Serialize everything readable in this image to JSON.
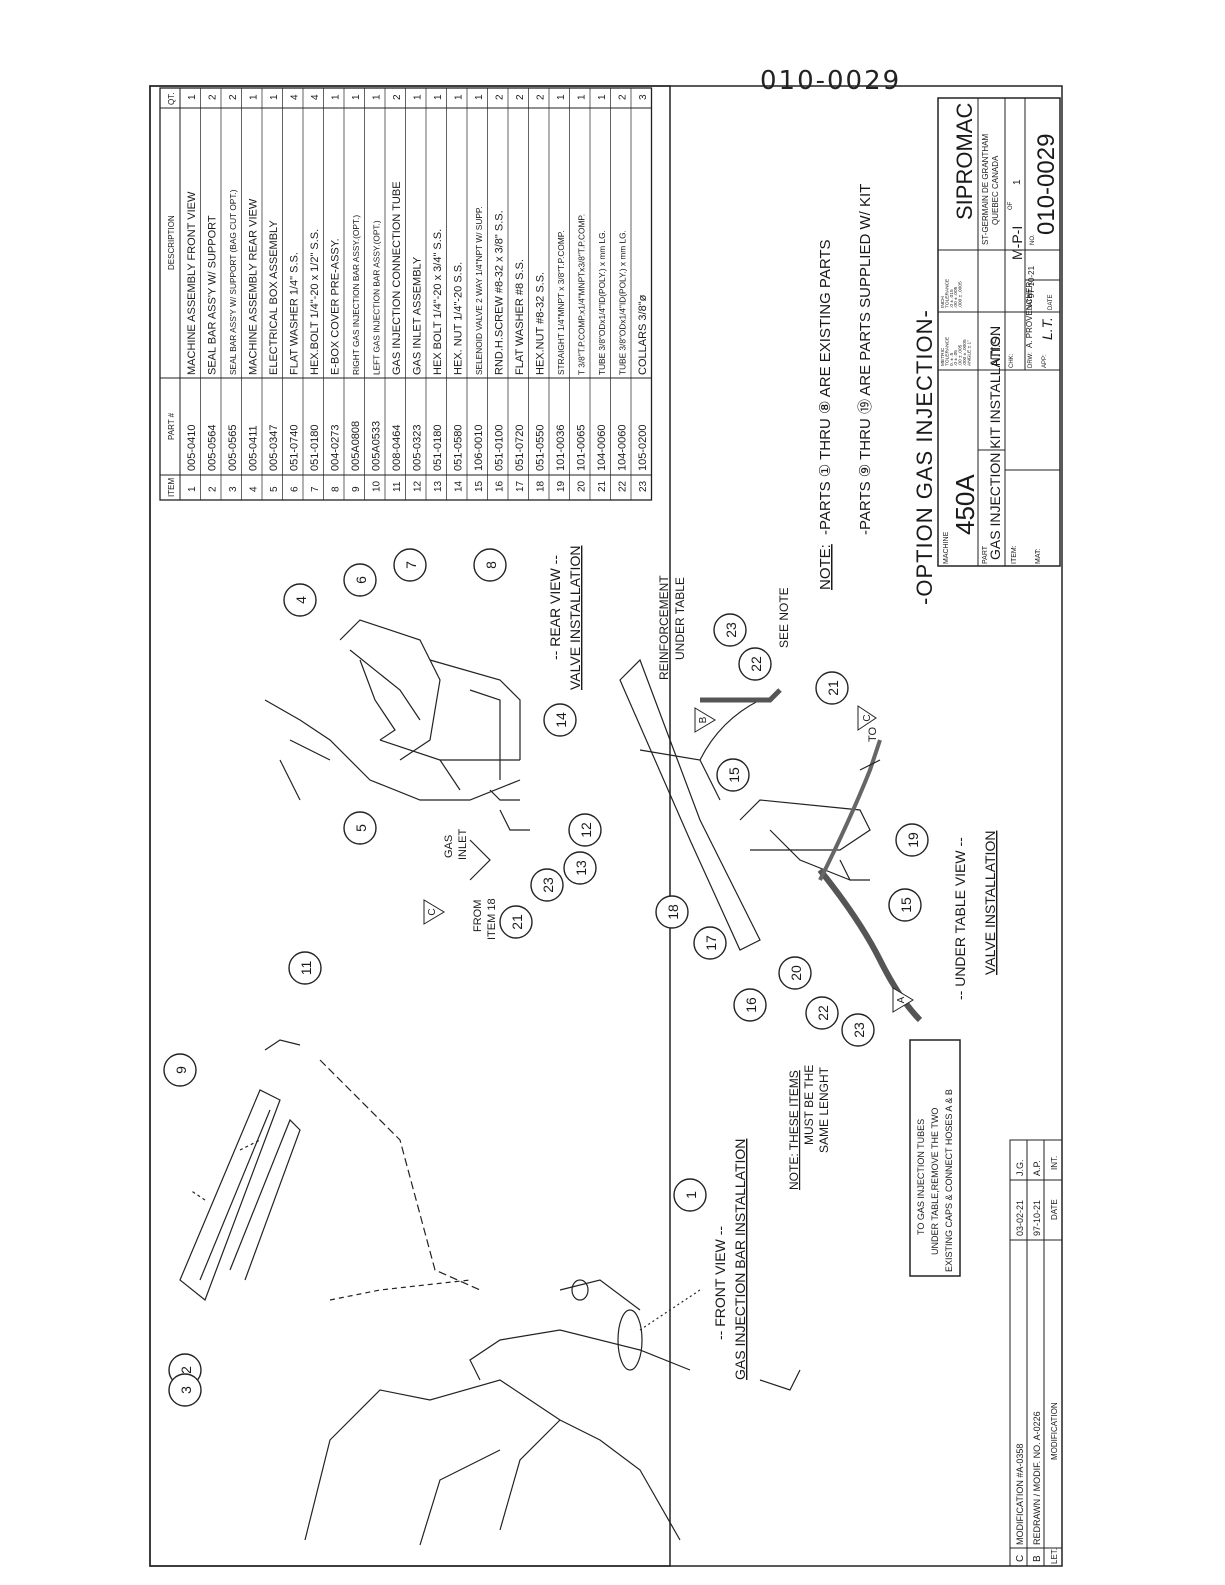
{
  "doc_number_handwritten": "010-0029",
  "parts_table": {
    "headers": {
      "item": "ITEM",
      "part": "PART #",
      "description": "DESCRIPTION",
      "qty": "QT."
    },
    "rows": [
      {
        "item": "1",
        "part": "005-0410",
        "description": "MACHINE ASSEMBLY FRONT VIEW",
        "qty": "1"
      },
      {
        "item": "2",
        "part": "005-0564",
        "description": "SEAL BAR ASS'Y W/ SUPPORT",
        "qty": "2"
      },
      {
        "item": "3",
        "part": "005-0565",
        "description": "SEAL BAR ASS'Y W/ SUPPORT (BAG CUT OPT.)",
        "qty": "2"
      },
      {
        "item": "4",
        "part": "005-0411",
        "description": "MACHINE ASSEMBLY REAR VIEW",
        "qty": "1"
      },
      {
        "item": "5",
        "part": "005-0347",
        "description": "ELECTRICAL BOX ASSEMBLY",
        "qty": "1"
      },
      {
        "item": "6",
        "part": "051-0740",
        "description": "FLAT WASHER 1/4\" S.S.",
        "qty": "4"
      },
      {
        "item": "7",
        "part": "051-0180",
        "description": "HEX.BOLT 1/4\"-20 x 1/2\" S.S.",
        "qty": "4"
      },
      {
        "item": "8",
        "part": "004-0273",
        "description": "E-BOX COVER PRE-ASSY.",
        "qty": "1"
      },
      {
        "item": "9",
        "part": "005A0808",
        "description": "RIGHT GAS INJECTION BAR ASSY.(OPT.)",
        "qty": "1"
      },
      {
        "item": "10",
        "part": "005A0533",
        "description": "LEFT GAS INJECTION BAR ASSY.(OPT.)",
        "qty": "1"
      },
      {
        "item": "11",
        "part": "008-0464",
        "description": "GAS INJECTION CONNECTION TUBE",
        "qty": "2"
      },
      {
        "item": "12",
        "part": "005-0323",
        "description": "GAS INLET ASSEMBLY",
        "qty": "1"
      },
      {
        "item": "13",
        "part": "051-0180",
        "description": "HEX BOLT 1/4\"-20 x 3/4\" S.S.",
        "qty": "1"
      },
      {
        "item": "14",
        "part": "051-0580",
        "description": "HEX. NUT 1/4\"-20 S.S.",
        "qty": "1"
      },
      {
        "item": "15",
        "part": "106-0010",
        "description": "SELENOID VALVE 2 WAY 1/4\"NPT W/ SUPP.",
        "qty": "1"
      },
      {
        "item": "16",
        "part": "051-0100",
        "description": "RND.H.SCREW #8-32 x 3/8\" S.S.",
        "qty": "2"
      },
      {
        "item": "17",
        "part": "051-0720",
        "description": "FLAT WASHER #8 S.S.",
        "qty": "2"
      },
      {
        "item": "18",
        "part": "051-0550",
        "description": "HEX.NUT #8-32 S.S.",
        "qty": "2"
      },
      {
        "item": "19",
        "part": "101-0036",
        "description": "STRAIGHT 1/4\"MNPT x 3/8\"T.P.COMP.",
        "qty": "1"
      },
      {
        "item": "20",
        "part": "101-0065",
        "description": "T 3/8\"T.P.COMP.x1/4\"MNPTx3/8\"T.P.COMP.",
        "qty": "1"
      },
      {
        "item": "21",
        "part": "104-0060",
        "description": "TUBE 3/8\"ODx1/4\"ID(POLY.) x    mm LG.",
        "qty": "1"
      },
      {
        "item": "22",
        "part": "104-0060",
        "description": "TUBE 3/8\"ODx1/4\"ID(POLY.) x    mm LG.",
        "qty": "2"
      },
      {
        "item": "23",
        "part": "105-0200",
        "description": "COLLARS 3/8\"ø",
        "qty": "3"
      }
    ]
  },
  "notes": {
    "note_label": "NOTE:",
    "line1": "-PARTS ① THRU ⑧ ARE EXISTING PARTS",
    "line2": "-PARTS ⑨ THRU ⑲ ARE PARTS SUPPLIED W/ KIT",
    "see_note": "SEE NOTE",
    "same_length": [
      "NOTE: THESE ITEMS",
      "MUST BE THE",
      "SAME LENGHT"
    ],
    "box": [
      "TO GAS INJECTION TUBES",
      "UNDER TABLE,REMOVE THE TWO",
      "EXISTING CAPS & CONNECT HOSES A & B"
    ]
  },
  "view_titles": {
    "front": [
      "-- FRONT VIEW --",
      "GAS INJECTION BAR INSTALLATION"
    ],
    "rear": [
      "-- REAR VIEW --",
      "VALVE INSTALLATION"
    ],
    "under": [
      "-- UNDER TABLE VIEW --",
      "VALVE INSTALLATION"
    ],
    "reinforcement": [
      "REINFORCEMENT",
      "UNDER TABLE"
    ],
    "gas_inlet": [
      "GAS",
      "INLET"
    ],
    "from_item": [
      "FROM",
      "ITEM 18"
    ],
    "to_c": "TO"
  },
  "option_title": "-OPTION GAS INJECTION-",
  "title_block": {
    "machine_label": "MACHINE",
    "machine": "450A",
    "part_label": "PART",
    "part": "GAS INJECTION KIT INSTALLATION",
    "item_label": "ITEM:",
    "mat_label": "MAT:",
    "metric_tol": [
      "METRIC",
      "TOLERANCE",
      "0. ± .5",
      ".0 ± .05",
      ".00 ± .005",
      ".000 ± .0005",
      "ANGLE ± 1°"
    ],
    "inch_tol": [
      "INCH",
      "TOLERANCE",
      ".0 ± .015",
      ".00 ± .005",
      ".000 ± .0005"
    ],
    "scale": "N.T.S.",
    "chk_label": "CHK:",
    "drawn_label": "DRW:",
    "drawn_by": "A. PROVENCHER",
    "app_label": "APP:",
    "app_by": "L.T.",
    "date_label": "DATE",
    "date": "97-10-21",
    "sheet_code": "M-P-I",
    "sheet_of_label": "OF",
    "sheet_of": "1",
    "no_label": "NO.",
    "drawing_no": "010-0029",
    "company": "SIPROMAC",
    "address": [
      "ST-GERMAIN DE GRANTHAM",
      "QUEBEC CANADA"
    ]
  },
  "revisions": {
    "rows": [
      {
        "let": "C",
        "modification": "MODIFICATION #A-0358",
        "date": "03-02-21",
        "init": "J.G."
      },
      {
        "let": "B",
        "modification": "REDRAWN / MODIF. NO. A-0226",
        "date": "97-10-21",
        "init": "A.P."
      }
    ],
    "headers": {
      "let": "LET.",
      "modification": "MODIFICATION",
      "date": "DATE",
      "init": "INT."
    }
  },
  "callouts": [
    "1",
    "2",
    "3",
    "4",
    "5",
    "6",
    "7",
    "8",
    "9",
    "11",
    "12",
    "13",
    "14",
    "15",
    "16",
    "17",
    "18",
    "19",
    "20",
    "21",
    "22",
    "23"
  ],
  "hose_markers": [
    "A",
    "B",
    "C"
  ]
}
